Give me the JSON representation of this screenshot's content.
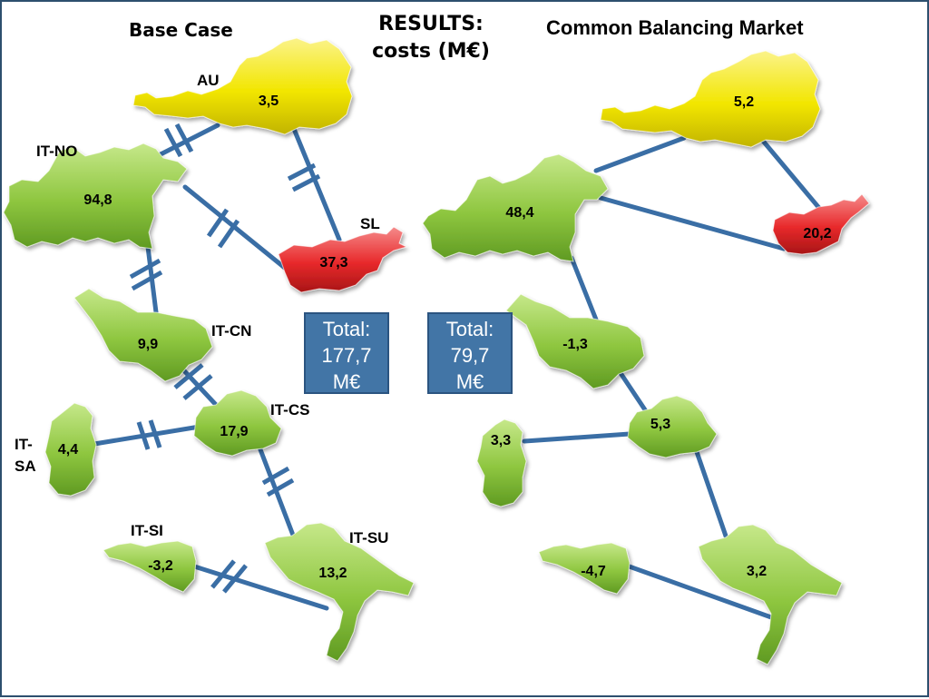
{
  "titles": {
    "base_case": "Base Case",
    "results_line1": "RESULTS:",
    "results_line2": "costs (M€)",
    "common": "Common Balancing Market"
  },
  "totals": {
    "base": {
      "label": "Total:",
      "value": "177,7",
      "unit": "M€"
    },
    "common": {
      "label": "Total:",
      "value": "79,7",
      "unit": "M€"
    }
  },
  "zones": {
    "AU": "AU",
    "IT_NO": "IT-NO",
    "SL": "SL",
    "IT_CN": "IT-CN",
    "IT_CS": "IT-CS",
    "IT_SA_1": "IT-",
    "IT_SA_2": "SA",
    "IT_SI": "IT-SI",
    "IT_SU": "IT-SU"
  },
  "base_case": {
    "AU": "3,5",
    "IT_NO": "94,8",
    "SL": "37,3",
    "IT_CN": "9,9",
    "IT_CS": "17,9",
    "IT_SA": "4,4",
    "IT_SI": "-3,2",
    "IT_SU": "13,2"
  },
  "common_market": {
    "AU": "5,2",
    "IT_NO": "48,4",
    "SL": "20,2",
    "IT_CN": "-1,3",
    "IT_CS": "5,3",
    "IT_SA": "3,3",
    "IT_SI": "-4,7",
    "IT_SU": "3,2"
  },
  "colors": {
    "region_green": "#8ec63f",
    "region_yellow": "#f2e600",
    "region_red": "#e8292b",
    "link": "#3a6ea5",
    "total_box": "#4275a6"
  }
}
